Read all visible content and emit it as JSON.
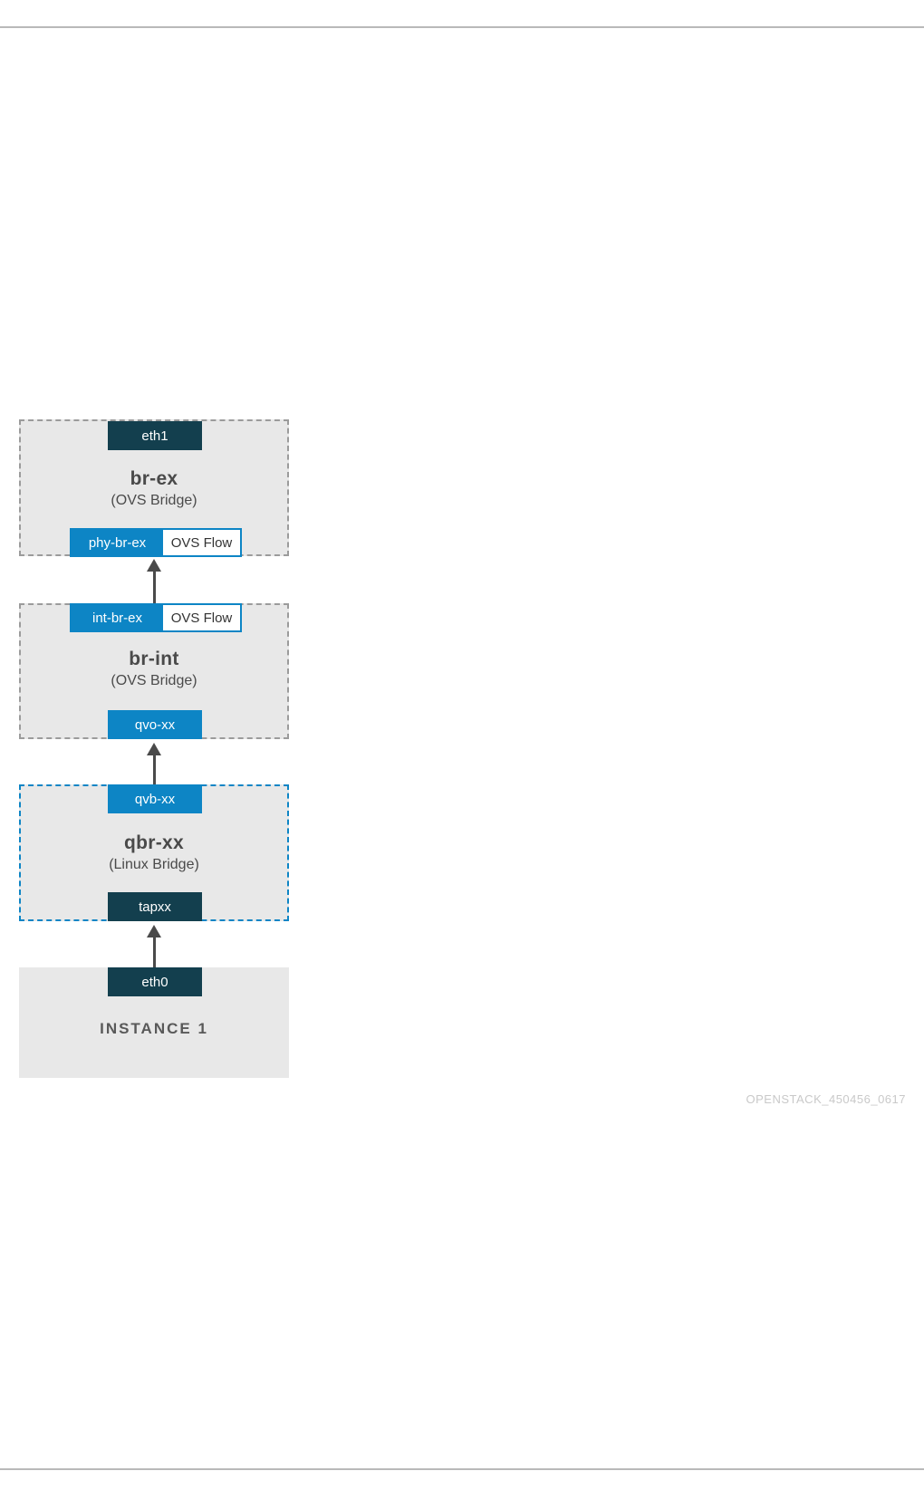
{
  "colors": {
    "box_background": "#e8e8e8",
    "gray_dashed_border": "#9b9b9b",
    "blue_accent": "#0d85c5",
    "dark_teal": "#133f4e",
    "title_text": "#4a4a4a",
    "arrow": "#4a4a4a",
    "page_rule": "#b9b9b9",
    "watermark_text": "#c9c9c9"
  },
  "diagram": {
    "nodes": [
      {
        "id": "br-ex",
        "title": "br-ex",
        "subtitle": "(OVS Bridge)",
        "border_style": "gray-dashed",
        "top_port": {
          "label": "eth1",
          "type": "dark"
        },
        "bottom_port": {
          "label": "phy-br-ex",
          "type": "blue",
          "tag": "OVS Flow"
        }
      },
      {
        "id": "br-int",
        "title": "br-int",
        "subtitle": "(OVS Bridge)",
        "border_style": "gray-dashed",
        "top_port": {
          "label": "int-br-ex",
          "type": "blue",
          "tag": "OVS Flow"
        },
        "bottom_port": {
          "label": "qvo-xx",
          "type": "blue"
        }
      },
      {
        "id": "qbr-xx",
        "title": "qbr-xx",
        "subtitle": "(Linux Bridge)",
        "border_style": "blue-dashed",
        "top_port": {
          "label": "qvb-xx",
          "type": "blue"
        },
        "bottom_port": {
          "label": "tapxx",
          "type": "dark"
        }
      },
      {
        "id": "instance-1",
        "title": "INSTANCE 1",
        "subtitle": "",
        "border_style": "none",
        "top_port": {
          "label": "eth0",
          "type": "dark"
        }
      }
    ],
    "connections": [
      {
        "from": "int-br-ex",
        "to": "phy-br-ex",
        "direction": "up"
      },
      {
        "from": "qvb-xx",
        "to": "qvo-xx",
        "direction": "up"
      },
      {
        "from": "eth0",
        "to": "tapxx",
        "direction": "up"
      }
    ],
    "watermark": "OPENSTACK_450456_0617"
  }
}
